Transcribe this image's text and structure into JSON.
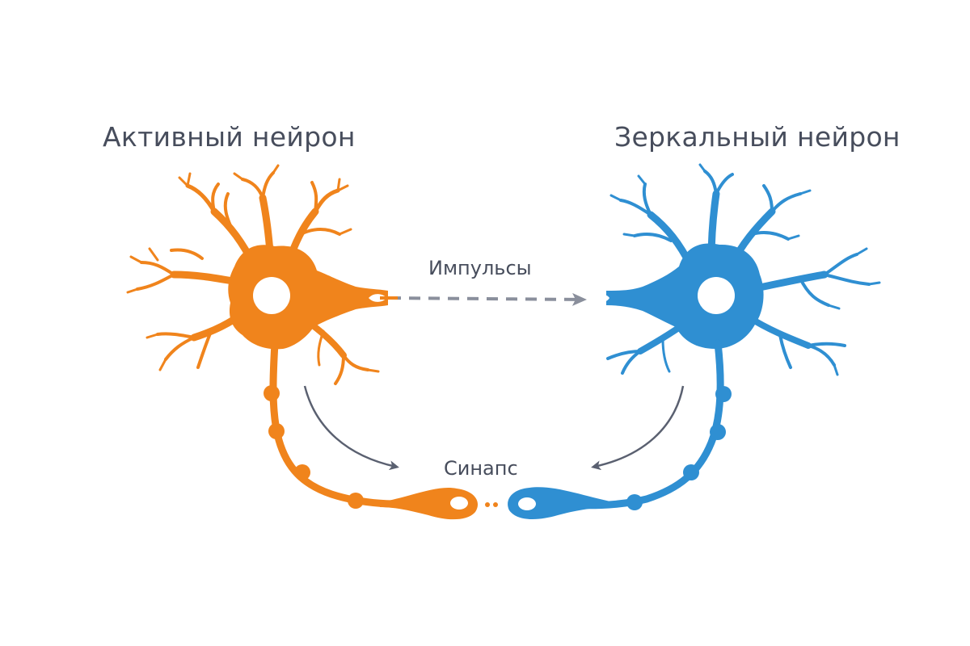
{
  "labels": {
    "active_neuron": "Активный нейрон",
    "mirror_neuron": "Зеркальный нейрон",
    "impulses": "Импульсы",
    "synapse": "Синапс"
  },
  "colors": {
    "active": "#f0841c",
    "mirror": "#2f8fd2",
    "arrow": "#5a6070",
    "dashed": "#8a8f9c",
    "text": "#474d5c",
    "background": "#ffffff"
  }
}
